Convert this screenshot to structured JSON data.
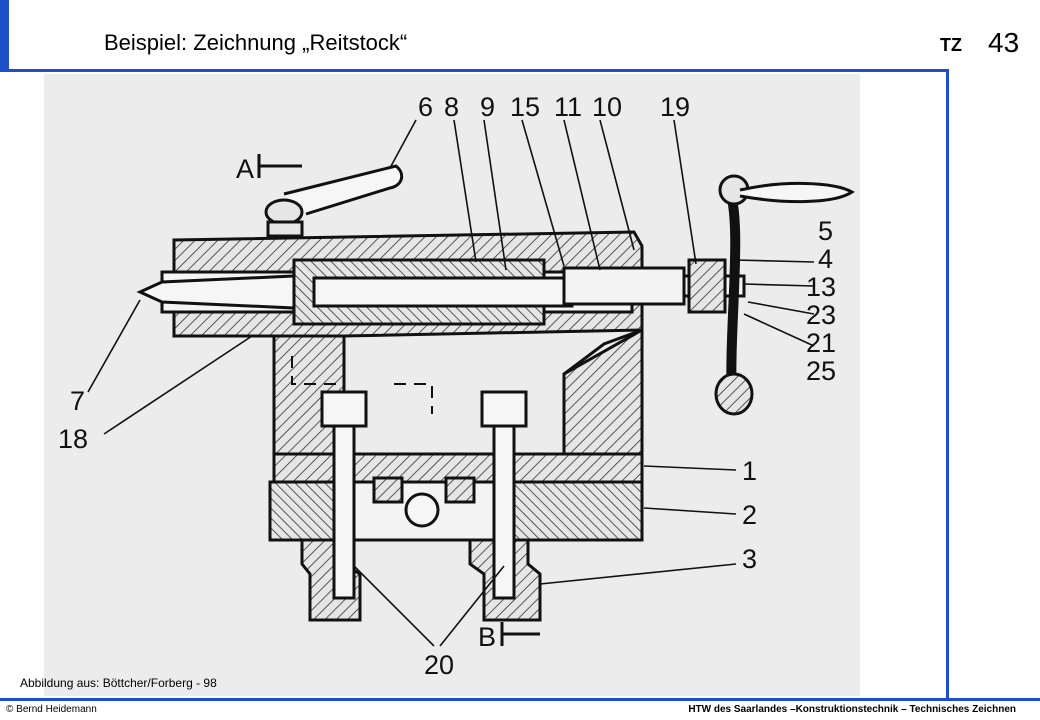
{
  "header": {
    "title": "Beispiel: Zeichnung „Reitstock“",
    "section": "TZ",
    "page_number": "43"
  },
  "figure": {
    "part_labels": [
      "6",
      "8",
      "9",
      "15",
      "11",
      "10",
      "19",
      "5",
      "4",
      "13",
      "23",
      "21",
      "25",
      "7",
      "18",
      "1",
      "2",
      "3",
      "20"
    ],
    "section_markers": [
      "A",
      "B"
    ],
    "caption": "Abbildung aus: Böttcher/Forberg - 98"
  },
  "footer": {
    "copyright": "© Bernd Heidemann",
    "institution": "HTW des Saarlandes –Konstruktionstechnik – Technisches Zeichnen"
  }
}
